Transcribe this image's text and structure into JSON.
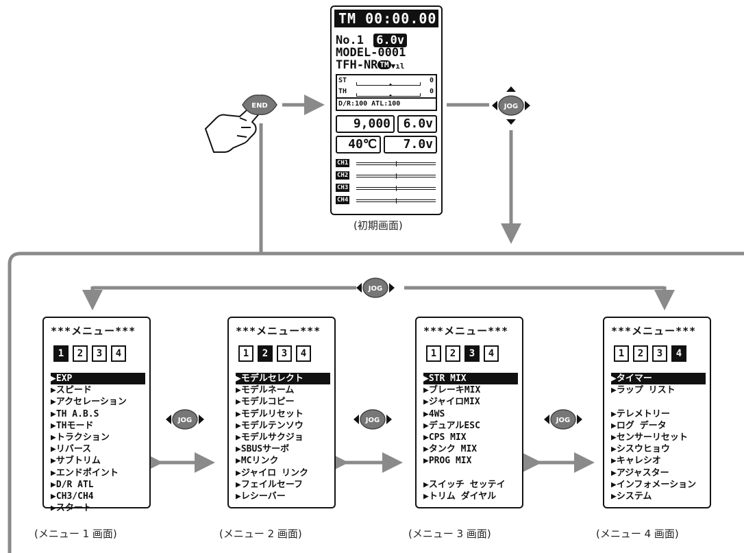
{
  "main_screen": {
    "timer": "TM 00:00.00",
    "model_no": "No.1",
    "voltage": "6.0v",
    "model_name": "MODEL-0001",
    "system_mode": "TFH-NR",
    "tm_badge": "TM",
    "st_label": "ST",
    "st_value": "0",
    "th_label": "TH",
    "th_value": "0",
    "dr_atl": "D/R:100 ATL:100",
    "rpm": "9,000",
    "rx_volt": "6.0v",
    "temp": "40℃",
    "ext_volt": "7.0v",
    "channels": [
      "CH1",
      "CH2",
      "CH3",
      "CH4"
    ],
    "caption": "(初期画面)"
  },
  "buttons": {
    "end_label": "END",
    "jog_label": "JOG"
  },
  "menus": [
    {
      "title": "***メニュー***",
      "tabs": [
        "1",
        "2",
        "3",
        "4"
      ],
      "active_tab": 0,
      "items": [
        "▶EXP",
        "▶スピード",
        "▶アクセレーション",
        "▶TH A.B.S",
        "▶THモード",
        "▶トラクション",
        "▶リバース",
        "▶サブトリム",
        "▶エンドポイント",
        "▶D/R ATL",
        "▶CH3/CH4",
        "▶スタート"
      ],
      "caption": "(メニュー 1 画面)"
    },
    {
      "title": "***メニュー***",
      "tabs": [
        "1",
        "2",
        "3",
        "4"
      ],
      "active_tab": 1,
      "items": [
        "▶モデルセレクト",
        "▶モデルネーム",
        "▶モデルコピー",
        "▶モデルリセット",
        "▶モデルテンソウ",
        "▶モデルサクジョ",
        "▶SBUSサーボ",
        "▶MCリンク",
        "▶ジャイロ リンク",
        "▶フェイルセーフ",
        "▶レシーバー"
      ],
      "caption": "(メニュー 2 画面)"
    },
    {
      "title": "***メニュー***",
      "tabs": [
        "1",
        "2",
        "3",
        "4"
      ],
      "active_tab": 2,
      "items": [
        "▶STR MIX",
        "▶ブレーキMIX",
        "▶ジャイロMIX",
        "▶4WS",
        "▶デュアルESC",
        "▶CPS MIX",
        "▶タンク MIX",
        "▶PROG MIX",
        "",
        "▶スイッチ セッテイ",
        "▶トリム ダイヤル"
      ],
      "caption": "(メニュー 3 画面)"
    },
    {
      "title": "***メニュー***",
      "tabs": [
        "1",
        "2",
        "3",
        "4"
      ],
      "active_tab": 3,
      "items": [
        "▶タイマー",
        "▶ラップ リスト",
        "",
        "▶テレメトリー",
        "▶ログ データ",
        "▶センサーリセット",
        "▶シスウヒョウ",
        "▶キャレシオ",
        "▶アジャスター",
        "▶インフォメーション",
        "▶システム"
      ],
      "caption": "(メニュー 4 画面)"
    }
  ],
  "colors": {
    "line": "#8a8a8a",
    "ink": "#111111"
  }
}
